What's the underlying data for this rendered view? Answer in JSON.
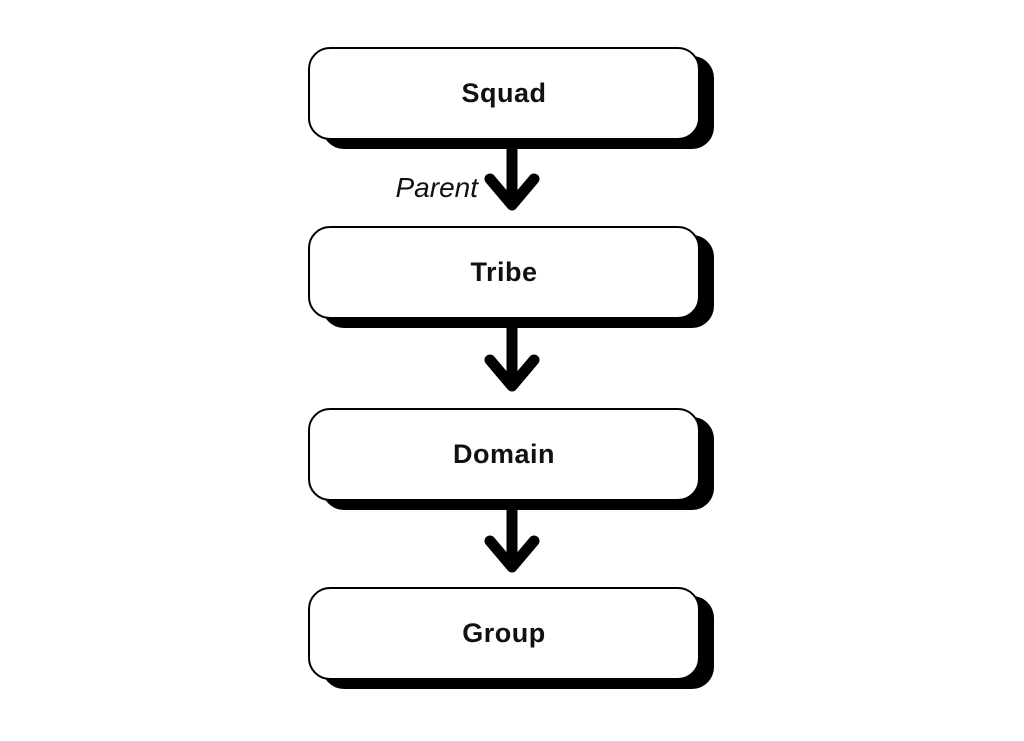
{
  "diagram": {
    "nodes": [
      {
        "id": "squad",
        "label": "Squad"
      },
      {
        "id": "tribe",
        "label": "Tribe"
      },
      {
        "id": "domain",
        "label": "Domain"
      },
      {
        "id": "group",
        "label": "Group"
      }
    ],
    "edges": [
      {
        "from": "Squad",
        "to": "Tribe",
        "label": "Parent"
      },
      {
        "from": "Tribe",
        "to": "Domain",
        "label": ""
      },
      {
        "from": "Domain",
        "to": "Group",
        "label": ""
      }
    ],
    "colors": {
      "background": "#ffffff",
      "node_fill": "#ffffff",
      "stroke": "#000000",
      "shadow": "#000000",
      "text": "#111111"
    }
  }
}
